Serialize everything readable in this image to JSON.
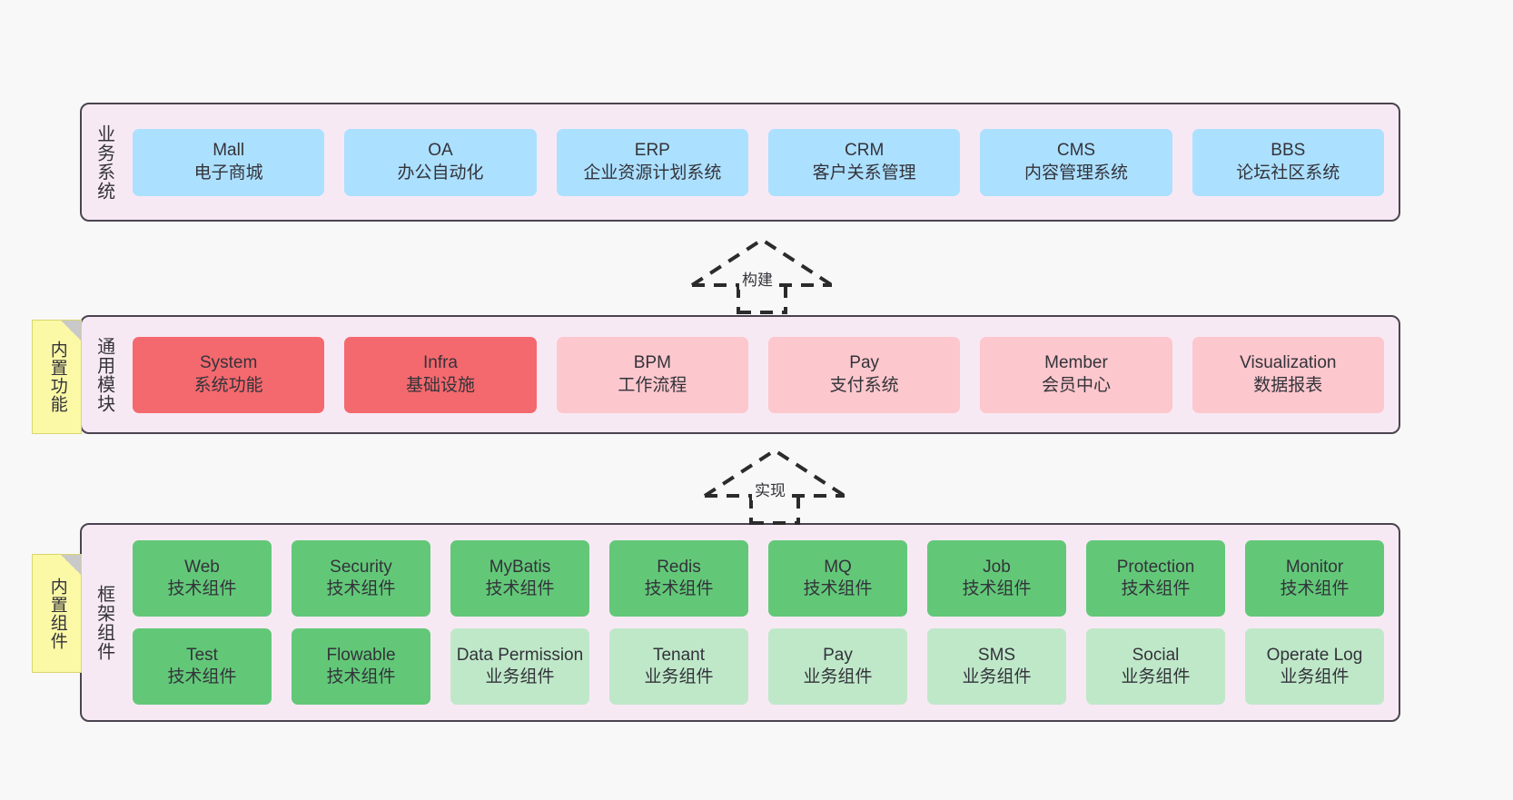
{
  "diagram": {
    "background_color": "#f8f8f8",
    "panel_color": "#f7e9f4",
    "panel_border_color": "#4a4450",
    "note_color": "#fbf8a6"
  },
  "layers": [
    {
      "id": "business",
      "title": "业务系统",
      "note": null,
      "rows": [
        {
          "cells": [
            {
              "en": "Mall",
              "cn": "电子商城",
              "color": "#ace0ff",
              "variant": "c-blue"
            },
            {
              "en": "OA",
              "cn": "办公自动化",
              "color": "#ace0ff",
              "variant": "c-blue"
            },
            {
              "en": "ERP",
              "cn": "企业资源计划系统",
              "color": "#ace0ff",
              "variant": "c-blue"
            },
            {
              "en": "CRM",
              "cn": "客户关系管理",
              "color": "#ace0ff",
              "variant": "c-blue"
            },
            {
              "en": "CMS",
              "cn": "内容管理系统",
              "color": "#ace0ff",
              "variant": "c-blue"
            },
            {
              "en": "BBS",
              "cn": "论坛社区系统",
              "color": "#ace0ff",
              "variant": "c-blue"
            }
          ]
        }
      ]
    },
    {
      "id": "common",
      "title": "通用模块",
      "note": "内置功能",
      "rows": [
        {
          "cells": [
            {
              "en": "System",
              "cn": "系统功能",
              "color": "#f4696e",
              "variant": "c-red"
            },
            {
              "en": "Infra",
              "cn": "基础设施",
              "color": "#f4696e",
              "variant": "c-red"
            },
            {
              "en": "BPM",
              "cn": "工作流程",
              "color": "#fcc7cd",
              "variant": "c-pink"
            },
            {
              "en": "Pay",
              "cn": "支付系统",
              "color": "#fcc7cd",
              "variant": "c-pink"
            },
            {
              "en": "Member",
              "cn": "会员中心",
              "color": "#fcc7cd",
              "variant": "c-pink"
            },
            {
              "en": "Visualization",
              "cn": "数据报表",
              "color": "#fcc7cd",
              "variant": "c-pink"
            }
          ]
        }
      ]
    },
    {
      "id": "framework",
      "title": "框架组件",
      "note": "内置组件",
      "rows": [
        {
          "cells": [
            {
              "en": "Web",
              "cn": "技术组件",
              "color": "#62c878",
              "variant": "c-green"
            },
            {
              "en": "Security",
              "cn": "技术组件",
              "color": "#62c878",
              "variant": "c-green"
            },
            {
              "en": "MyBatis",
              "cn": "技术组件",
              "color": "#62c878",
              "variant": "c-green"
            },
            {
              "en": "Redis",
              "cn": "技术组件",
              "color": "#62c878",
              "variant": "c-green"
            },
            {
              "en": "MQ",
              "cn": "技术组件",
              "color": "#62c878",
              "variant": "c-green"
            },
            {
              "en": "Job",
              "cn": "技术组件",
              "color": "#62c878",
              "variant": "c-green"
            },
            {
              "en": "Protection",
              "cn": "技术组件",
              "color": "#62c878",
              "variant": "c-green"
            },
            {
              "en": "Monitor",
              "cn": "技术组件",
              "color": "#62c878",
              "variant": "c-green"
            }
          ]
        },
        {
          "cells": [
            {
              "en": "Test",
              "cn": "技术组件",
              "color": "#62c878",
              "variant": "c-green"
            },
            {
              "en": "Flowable",
              "cn": "技术组件",
              "color": "#62c878",
              "variant": "c-green"
            },
            {
              "en": "Data Permission",
              "cn": "业务组件",
              "color": "#bfe8c9",
              "variant": "c-lightgreen"
            },
            {
              "en": "Tenant",
              "cn": "业务组件",
              "color": "#bfe8c9",
              "variant": "c-lightgreen"
            },
            {
              "en": "Pay",
              "cn": "业务组件",
              "color": "#bfe8c9",
              "variant": "c-lightgreen"
            },
            {
              "en": "SMS",
              "cn": "业务组件",
              "color": "#bfe8c9",
              "variant": "c-lightgreen"
            },
            {
              "en": "Social",
              "cn": "业务组件",
              "color": "#bfe8c9",
              "variant": "c-lightgreen"
            },
            {
              "en": "Operate Log",
              "cn": "业务组件",
              "color": "#bfe8c9",
              "variant": "c-lightgreen"
            }
          ]
        }
      ]
    }
  ],
  "arrows": [
    {
      "id": "build",
      "label": "构建",
      "style": "dashed-generalization",
      "direction": "up"
    },
    {
      "id": "implement",
      "label": "实现",
      "style": "dashed-generalization",
      "direction": "up"
    }
  ]
}
